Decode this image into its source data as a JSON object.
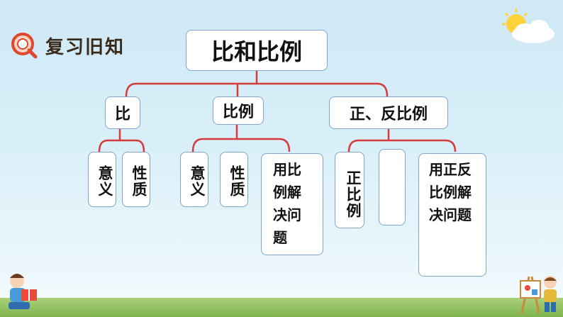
{
  "header": {
    "icon": "q-magnifier-icon",
    "label": "复习旧知"
  },
  "root": {
    "label": "比和比例"
  },
  "level2": [
    {
      "label": "比"
    },
    {
      "label": "比例"
    },
    {
      "label": "正、反比例"
    }
  ],
  "leaves": {
    "bi_meaning": "意义",
    "bi_nature": "性质",
    "bili_meaning": "意义",
    "bili_nature": "性质",
    "bili_solve": "用比例解决问题",
    "direct": "正比例",
    "inverse": "",
    "inverse_solve": "用正反比例解决问题"
  },
  "colors": {
    "connector": "#d63a3a",
    "box_border": "#7fa6c8",
    "sky": "#d9eff8"
  },
  "decorations": [
    "sun-cloud-icon",
    "child-reading-icon",
    "child-painting-icon",
    "easel-icon"
  ]
}
